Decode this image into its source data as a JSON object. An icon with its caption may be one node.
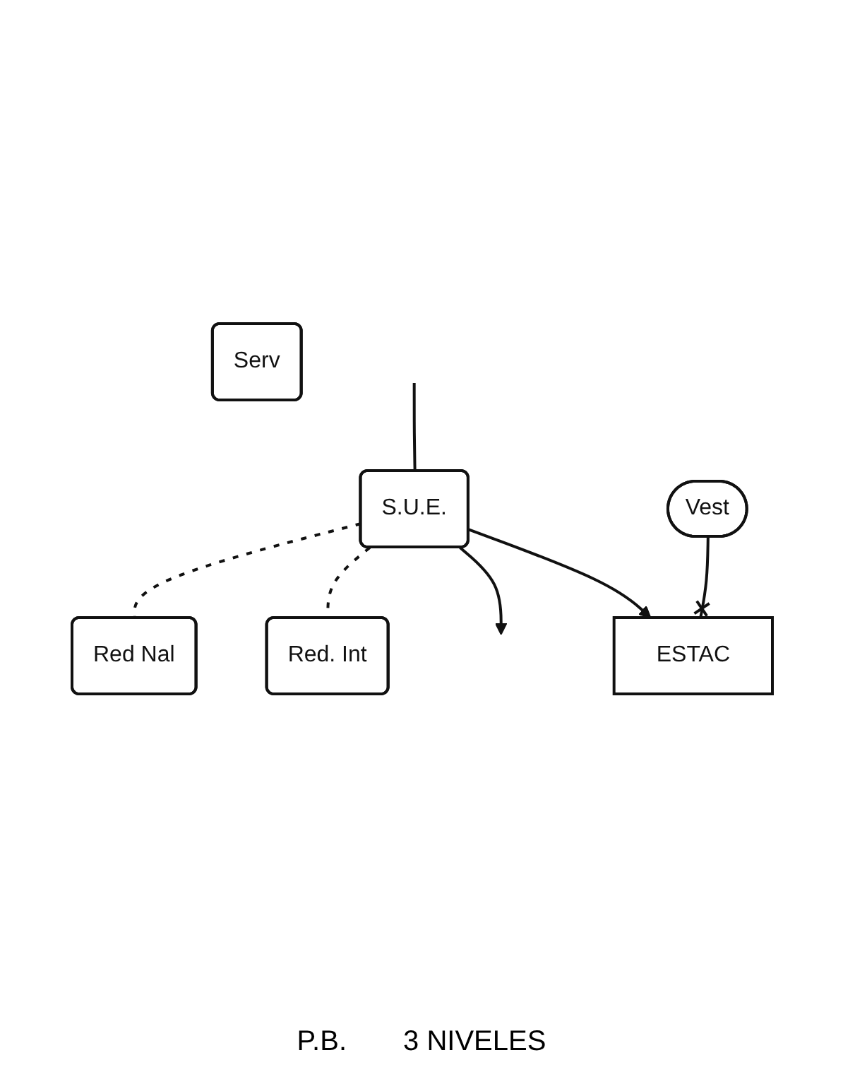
{
  "diagram": {
    "nodes": [
      {
        "text": [
          "S.U.E."
        ]
      },
      {
        "text": [
          "Red Nal"
        ]
      },
      {
        "text": [
          "Serv"
        ]
      },
      {
        "text": [
          "Red. Int"
        ]
      },
      {
        "text": [
          "Vest"
        ]
      },
      {
        "text": [
          "ESTAC"
        ]
      }
    ],
    "edges": [
      {
        "from": null,
        "to": 0,
        "arrow": "none"
      },
      {
        "from": 0,
        "to": 1,
        "arrow": "none",
        "style": "dashed"
      },
      {
        "from": 0,
        "to": 3,
        "arrow": "none",
        "style": "dashed"
      },
      {
        "from": 0,
        "to": null,
        "arrow": "to"
      },
      {
        "from": 0,
        "to": 5,
        "arrow": "to"
      },
      {
        "from": 4,
        "to": 5,
        "arrow": "other"
      }
    ],
    "labels": [
      "P.B.",
      "3 NIVELES"
    ]
  }
}
